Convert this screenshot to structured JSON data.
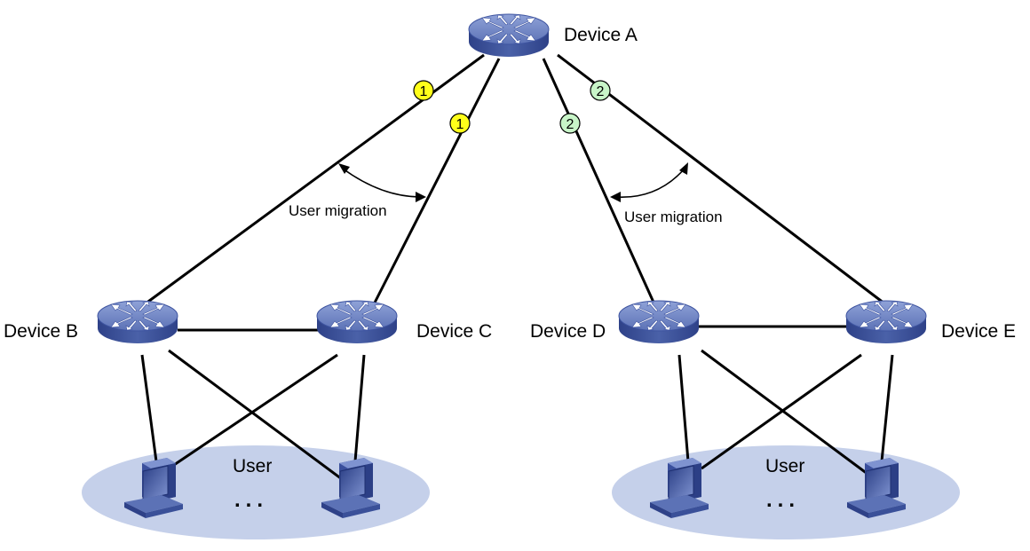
{
  "devices": {
    "a": "Device A",
    "b": "Device B",
    "c": "Device C",
    "d": "Device D",
    "e": "Device E"
  },
  "annotations": {
    "migration_left": "User migration",
    "migration_right": "User migration",
    "user_left": "User",
    "user_right": "User",
    "ellipsis_left": "...",
    "ellipsis_right": "..."
  },
  "markers": {
    "group1": "1",
    "group2": "2"
  },
  "colors": {
    "switch_top": "#6c82c4",
    "switch_side": "#3a5099",
    "user_area": "#c5d0ea",
    "marker1": "#ffff1a",
    "marker2": "#c8f5c8",
    "link": "#000000"
  }
}
